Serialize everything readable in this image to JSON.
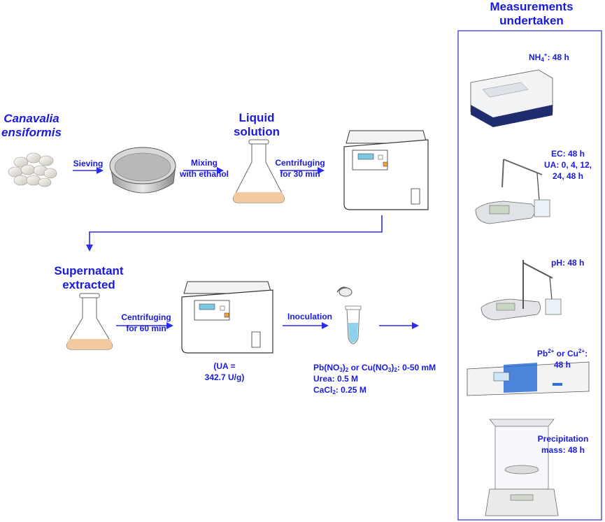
{
  "source": {
    "name_line1": "Canavalia",
    "name_line2": "ensiformis"
  },
  "steps": {
    "sieving": "Sieving",
    "mixing_line1": "Mixing",
    "mixing_line2": "with ethanol",
    "liquid_line1": "Liquid",
    "liquid_line2": "solution",
    "centrifuge1_line1": "Centrifuging",
    "centrifuge1_line2": "for 30 min",
    "supernatant_line1": "Supernatant",
    "supernatant_line2": "extracted",
    "centrifuge2_line1": "Centrifuging",
    "centrifuge2_line2": "for 60 min",
    "ua_line1": "(UA =",
    "ua_line2": "342.7 U/g)",
    "inoculation": "Inoculation"
  },
  "solution": {
    "metal_a": "Pb(NO",
    "metal_a_sub": "3",
    "metal_a_tail": ")",
    "metal_a_tail_sub": "2",
    "metal_or": " or Cu(NO",
    "metal_b_sub": "3",
    "metal_b_tail": ")",
    "metal_b_tail_sub": "2",
    "metal_range": ": 0-50 mM",
    "urea": "Urea: 0.5 M",
    "cacl_pre": "CaCl",
    "cacl_sub": "2",
    "cacl_post": ": 0.25 M"
  },
  "measurements": {
    "title_line1": "Measurements",
    "title_line2": "undertaken",
    "nh4_pre": "NH",
    "nh4_sub": "4",
    "nh4_sup": "+",
    "nh4_post": ": 48 h",
    "ec": "EC: 48 h",
    "ua_line1": "UA: 0, 4, 12,",
    "ua_line2": "24, 48 h",
    "ph": "pH: 48 h",
    "pb_pre": "Pb",
    "pb_sup": "2+",
    "pb_mid": " or Cu",
    "cu_sup": "2+",
    "pb_post": ":",
    "pb_line2": "48 h",
    "precip_line1": "Precipitation",
    "precip_line2": "mass: 48 h"
  },
  "colors": {
    "accent": "#1a1adc",
    "arrow": "#2b2bf0",
    "panel_border": "#2a2ad8",
    "liquid": "#f3c9a0"
  }
}
